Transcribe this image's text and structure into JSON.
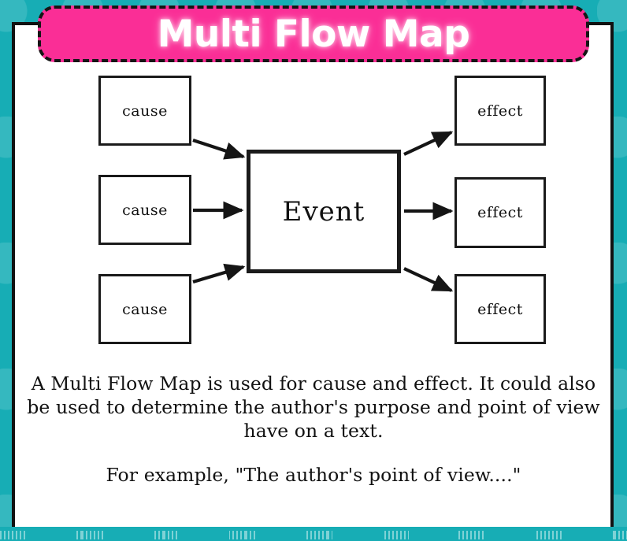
{
  "banner": {
    "title": "Multi Flow Map",
    "background_color": "#fa2e96",
    "text_color": "#ffffff",
    "border_style": "dashed-black"
  },
  "page": {
    "background_color": "#17adb5",
    "card_color": "#ffffff",
    "card_border_color": "#111111"
  },
  "diagram": {
    "type": "multi-flow-map",
    "center": {
      "label": "Event"
    },
    "causes": [
      {
        "label": "cause"
      },
      {
        "label": "cause"
      },
      {
        "label": "cause"
      }
    ],
    "effects": [
      {
        "label": "effect"
      },
      {
        "label": "effect"
      },
      {
        "label": "effect"
      }
    ]
  },
  "description": {
    "paragraph_1": "A Multi Flow Map is used for cause and effect. It could also be used to determine the author's purpose and point of view have on a text.",
    "paragraph_2": "For example, \"The author's point of view....\""
  }
}
